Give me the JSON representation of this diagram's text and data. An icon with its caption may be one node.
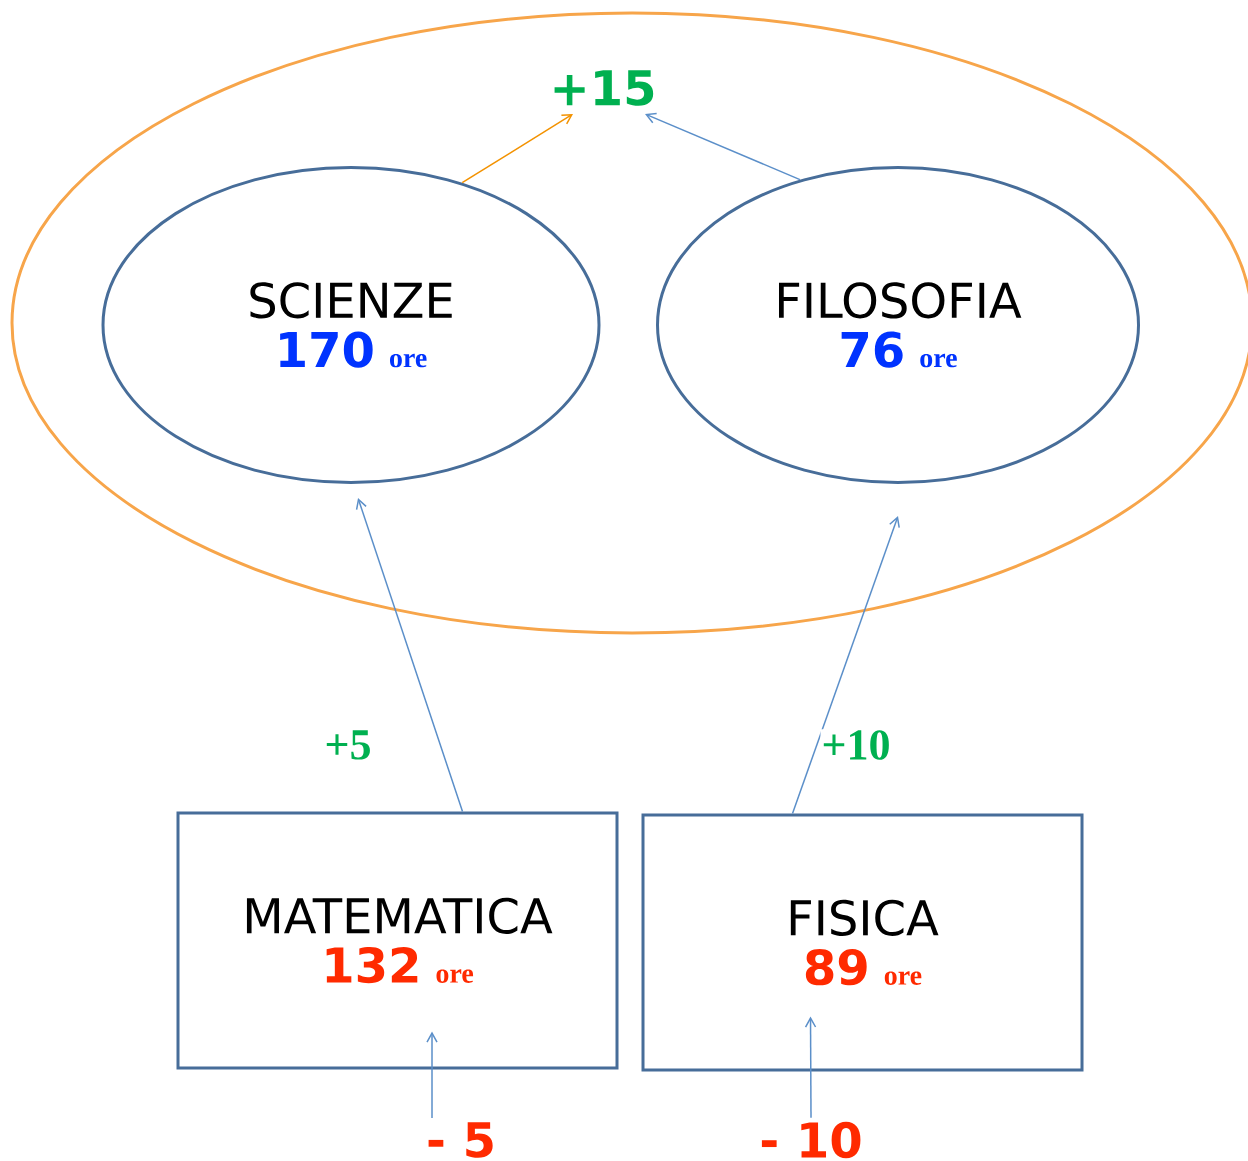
{
  "diagram": {
    "nodes": [
      {
        "text": [],
        "shape": "ellipse"
      },
      {
        "text": [
          "+15"
        ],
        "in": 0
      },
      {
        "text": [
          "SCIENZE",
          "170",
          "ore"
        ],
        "in": 0
      },
      {
        "text": [
          "FILOSOFIA",
          "76",
          "ore"
        ],
        "in": 0
      },
      {
        "text": [
          "MATEMATICA",
          "132",
          "ore"
        ]
      },
      {
        "text": [
          "FISICA",
          "89",
          "ore"
        ]
      },
      {
        "text": [
          "- 5"
        ]
      },
      {
        "text": [
          "- 10"
        ]
      }
    ],
    "edges": [
      {
        "from": 2,
        "to": 1,
        "arrow": "to",
        "color": "#f39200"
      },
      {
        "from": 3,
        "to": 1,
        "arrow": "to"
      },
      {
        "from": 4,
        "to": 2,
        "arrow": "to",
        "label": "+5"
      },
      {
        "from": 5,
        "to": 3,
        "arrow": "to",
        "label": "+10"
      },
      {
        "from": 6,
        "to": 4,
        "arrow": "to"
      },
      {
        "from": 7,
        "to": 5,
        "arrow": "to"
      }
    ]
  }
}
